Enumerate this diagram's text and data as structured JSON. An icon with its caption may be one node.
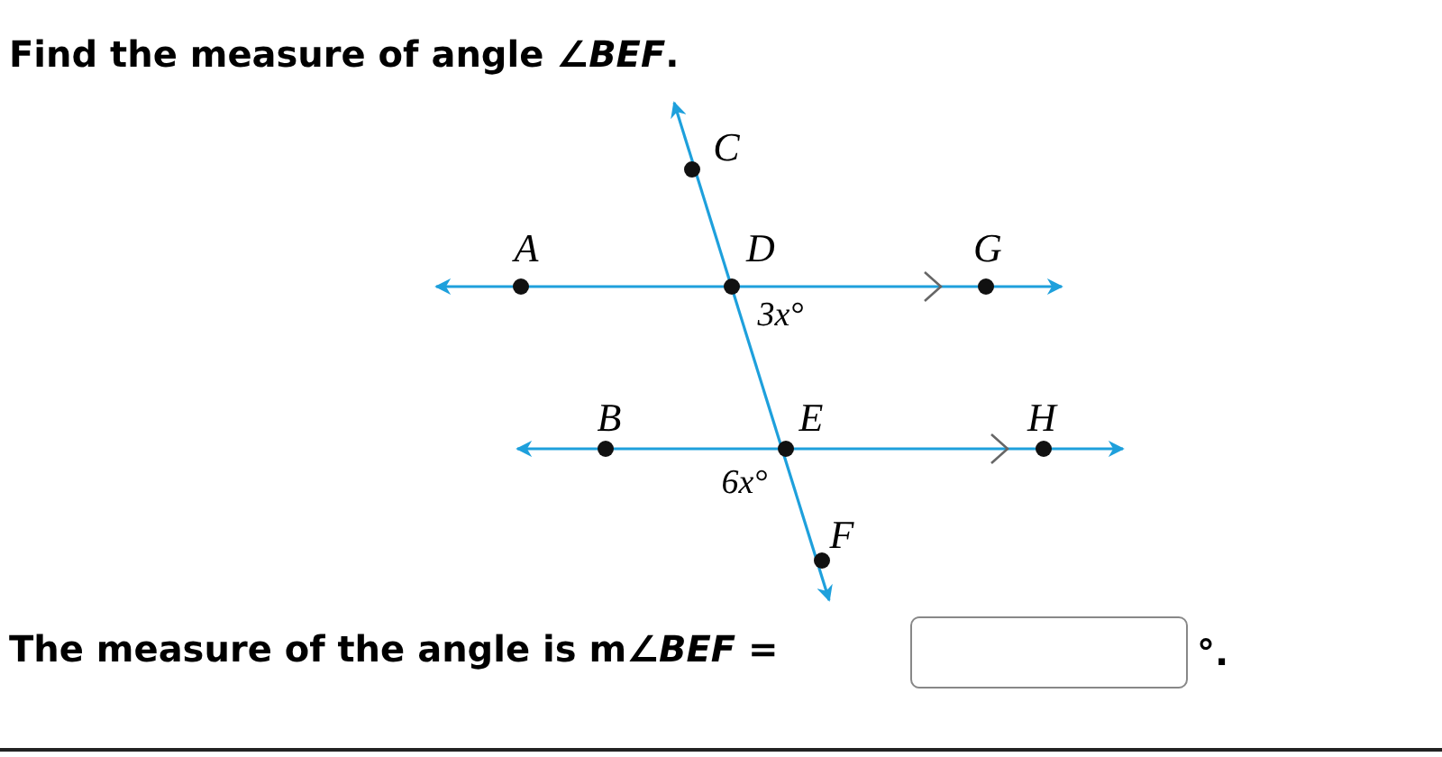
{
  "diagram": {
    "title": "Find the measure of angle ∠*BEF*.",
    "labels": [
      "C",
      "A",
      "D",
      "G",
      "3x°",
      "B",
      "E",
      "H",
      "6x°",
      "F",
      "The measure of the angle is m∠*BEF* =",
      "°."
    ]
  }
}
